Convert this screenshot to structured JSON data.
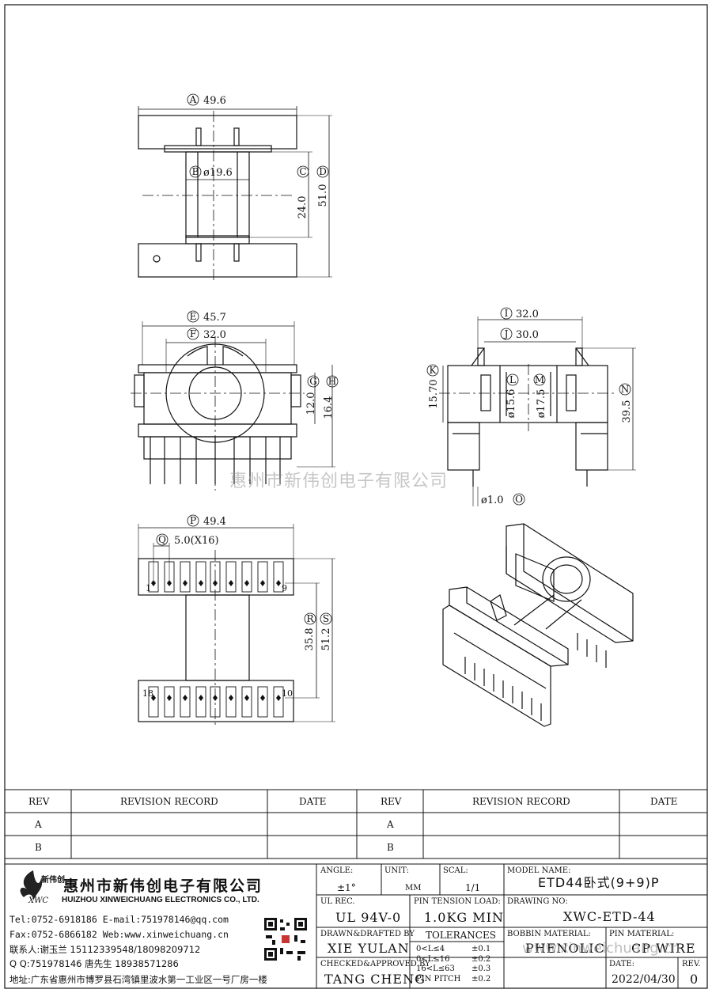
{
  "top_view": {
    "a_label": "A",
    "a_value": "49.6",
    "b_label": "B",
    "b_value": "ø19.6",
    "c_label": "C",
    "c_value": "24.0",
    "d_label": "D",
    "d_value": "51.0"
  },
  "front_view": {
    "e_label": "E",
    "e_value": "45.7",
    "f_label": "F",
    "f_value": "32.0",
    "g_label": "G",
    "g_value": "12.0",
    "h_label": "H",
    "h_value": "16.4"
  },
  "side_view": {
    "i_label": "I",
    "i_value": "32.0",
    "j_label": "J",
    "j_value": "30.0",
    "k_label": "K",
    "k_value": "15.70",
    "l_label": "L",
    "l_value": "ø15.6",
    "m_label": "M",
    "m_value": "ø17.5",
    "n_label": "N",
    "n_value": "39.5",
    "o_label": "O",
    "o_value": "ø1.0"
  },
  "bottom_view": {
    "p_label": "P",
    "p_value": "49.4",
    "q_label": "Q",
    "q_value": "5.0(X16)",
    "r_label": "R",
    "r_value": "35.8",
    "s_label": "S",
    "s_value": "51.2",
    "pin_1": "1",
    "pin_9": "9",
    "pin_18": "18",
    "pin_10": "10"
  },
  "watermark": "惠州市新伟创电子有限公司",
  "revision_table": {
    "headers": [
      "REV",
      "REVISION RECORD",
      "DATE",
      "REV",
      "REVISION RECORD",
      "DATE"
    ],
    "rows": [
      [
        "A",
        "",
        "",
        "A",
        "",
        ""
      ],
      [
        "B",
        "",
        "",
        "B",
        "",
        ""
      ]
    ]
  },
  "company": {
    "logo_text": "新伟创",
    "logo_sub": "XWC",
    "name_cn": "惠州市新伟创电子有限公司",
    "name_en": "HUIZHOU XINWEICHUANG ELECTRONICS CO., LTD.",
    "tel_email": "Tel:0752-6918186 E-mail:751978146@qq.com",
    "fax_web": "Fax:0752-6866182 Web:www.xinweichuang.cn",
    "contact1": "联系人:谢玉兰 15112339548/18098209712",
    "contact2": "Q Q:751978146   唐先生 18938571286",
    "address": "地址:广东省惠州市博罗县石湾镇里波水第一工业区一号厂房一楼"
  },
  "title_block": {
    "angle_label": "ANGLE:",
    "angle_value": "±1°",
    "unit_label": "UNIT:",
    "unit_value": "MM",
    "scale_label": "SCAL:",
    "scale_value": "1/1",
    "model_label": "MODEL NAME:",
    "model_value": "ETD44卧式(9+9)P",
    "ul_label": "UL REC.",
    "ul_value": "UL 94V-0",
    "pin_tension_label": "PIN TENSION LOAD:",
    "pin_tension_value": "1.0KG MIN",
    "drawing_no_label": "DRAWING NO:",
    "drawing_no_value": "XWC-ETD-44",
    "drawn_label": "DRAWN&DRAFTED BY",
    "drawn_value": "XIE YULAN",
    "tolerances_label": "TOLERANCES",
    "tol_rows": [
      [
        "0<L≤4",
        "±0.1"
      ],
      [
        "0<L≤16",
        "±0.2"
      ],
      [
        "16<L≤63",
        "±0.3"
      ],
      [
        "PIN PITCH",
        "±0.2"
      ]
    ],
    "bobbin_label": "BOBBIN MATERIAL:",
    "bobbin_value": "PHENOLIC",
    "pin_material_label": "PIN MATERIAL:",
    "pin_material_value": "CP WIRE",
    "checked_label": "CHECKED&APPROVED BY",
    "checked_value": "TANG CHENG",
    "date_label": "DATE:",
    "date_value": "2022/04/30",
    "rev_label": "REV.",
    "rev_value": "0",
    "web_watermark": "www.xinweichuang.cn"
  }
}
